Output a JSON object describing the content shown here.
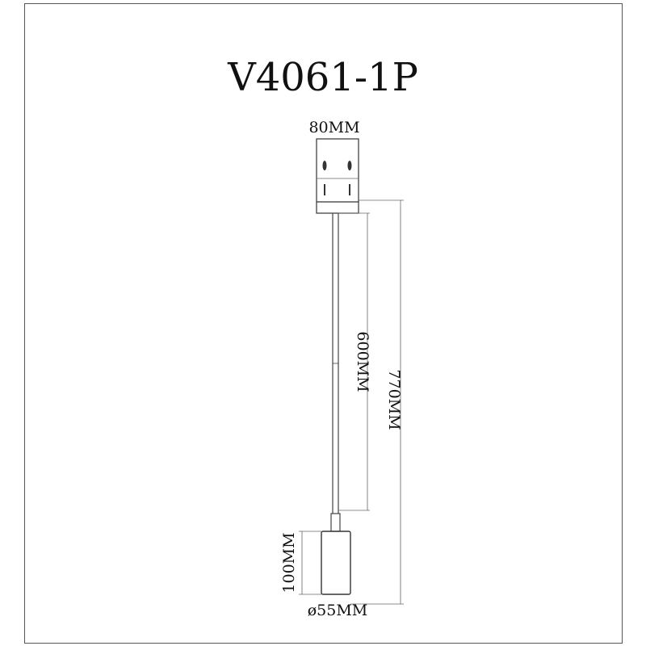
{
  "title": "V4061-1P",
  "dimensions": {
    "canopy_width": "80MM",
    "rod_length": "600MM",
    "total_height": "770MM",
    "shade_height": "100MM",
    "shade_diameter": "ø55MM"
  }
}
